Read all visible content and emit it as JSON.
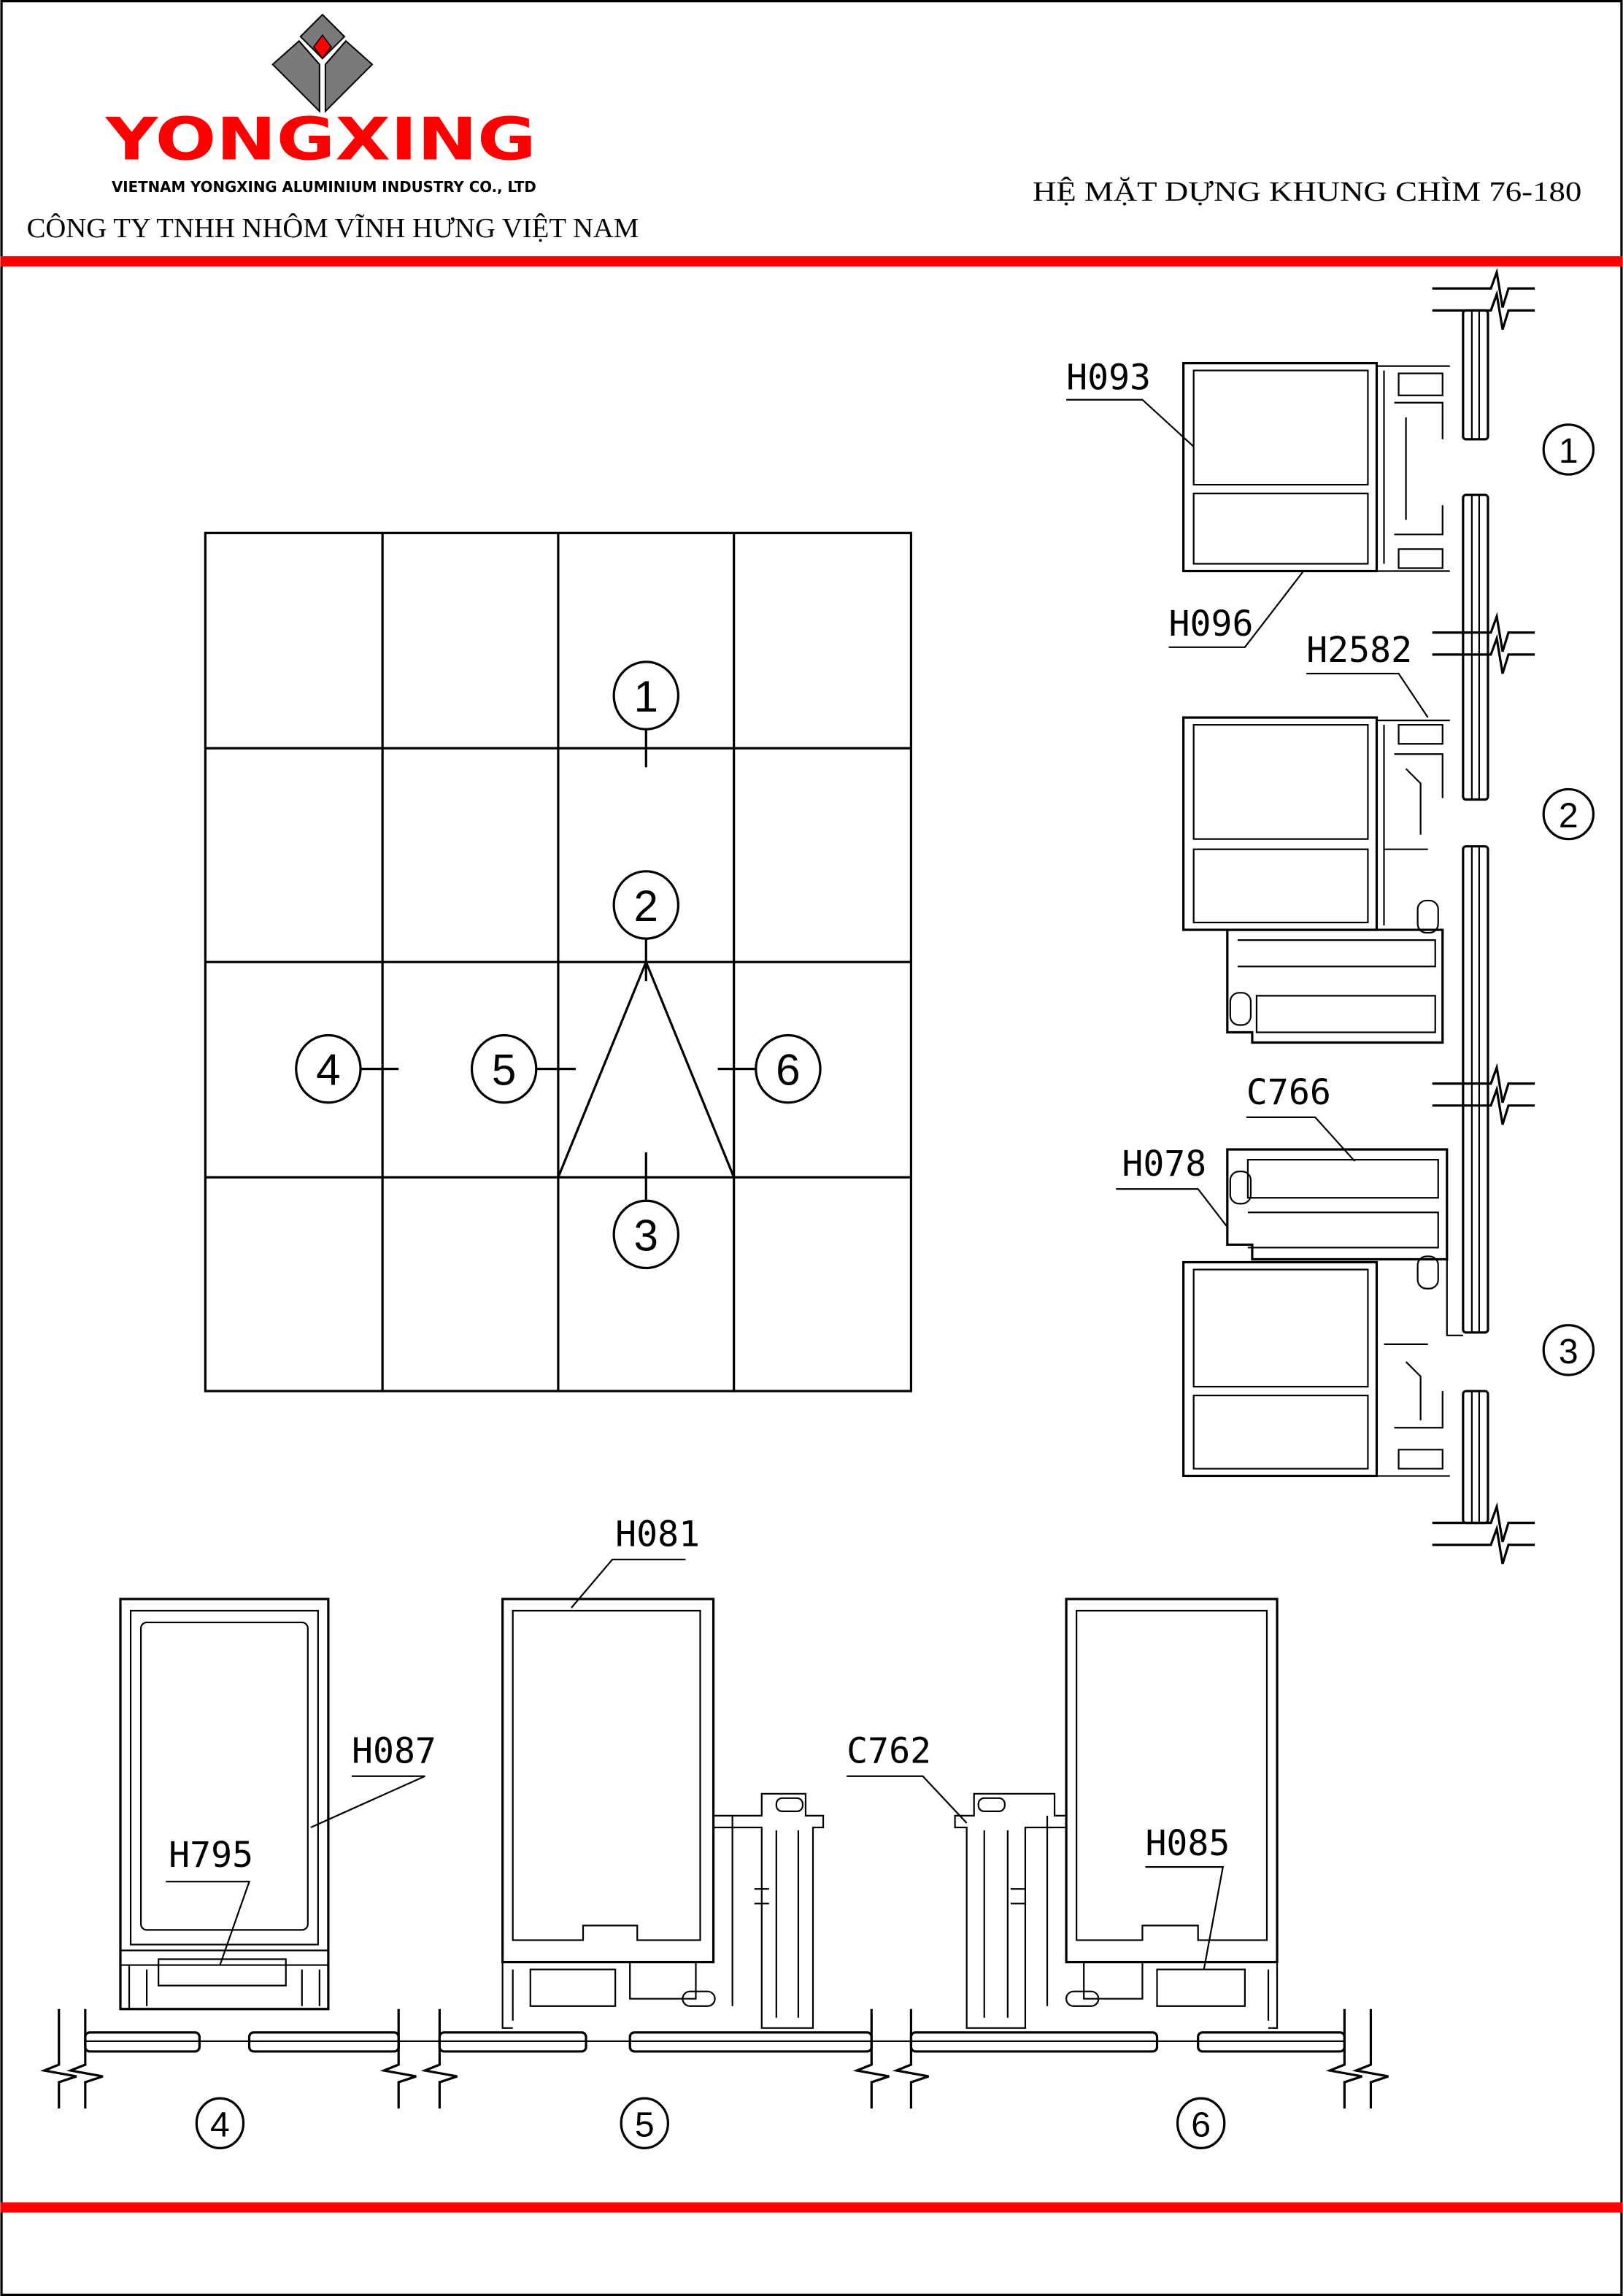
{
  "header": {
    "brand": "YONGXING",
    "brand_subtitle": "VIETNAM YONGXING ALUMINIUM INDUSTRY CO., LTD",
    "company_name": "CÔNG TY TNHH NHÔM VĨNH HƯNG VIỆT NAM",
    "drawing_title": "HỆ MẶT DỰNG KHUNG CHÌM 76-180"
  },
  "colors": {
    "accent": "#ff0000",
    "logo_gray": "#7a7a7a",
    "line": "#000000"
  },
  "elevation": {
    "markers": [
      "1",
      "2",
      "3",
      "4",
      "5",
      "6"
    ]
  },
  "sections": {
    "vertical_markers": [
      "1",
      "2",
      "3"
    ],
    "horizontal_markers": [
      "4",
      "5",
      "6"
    ],
    "labels": {
      "h093": "H093",
      "h096": "H096",
      "h2582": "H2582",
      "c766": "C766",
      "h078": "H078",
      "h081": "H081",
      "h087": "H087",
      "h795": "H795",
      "c762": "C762",
      "h085": "H085"
    }
  }
}
